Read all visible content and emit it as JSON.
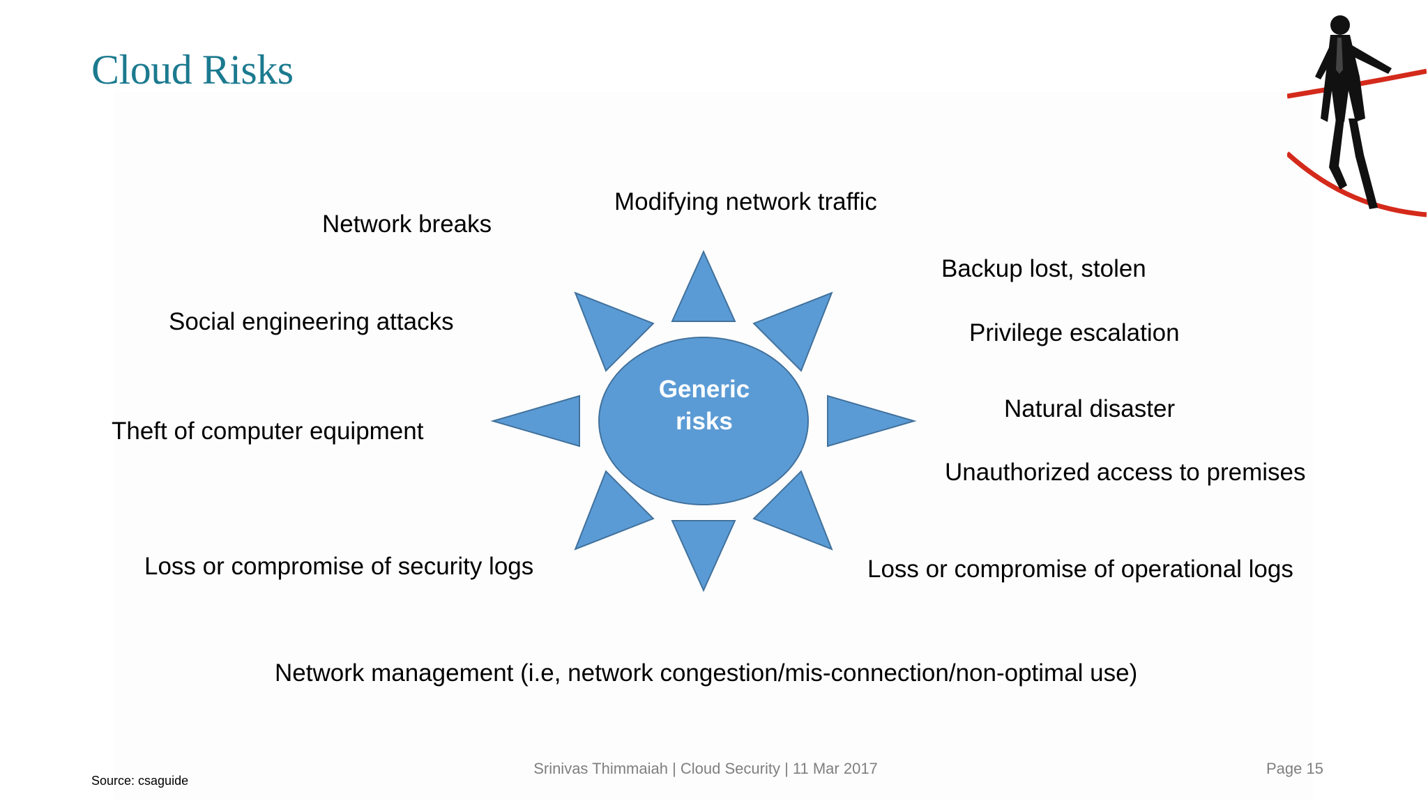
{
  "slide": {
    "title": "Cloud Risks",
    "center_label": "Generic\nrisks",
    "risks": {
      "modifying_network_traffic": "Modifying network traffic",
      "network_breaks": "Network breaks",
      "backup_lost": "Backup lost, stolen",
      "social_engineering": "Social engineering attacks",
      "privilege_escalation": "Privilege escalation",
      "natural_disaster": "Natural disaster",
      "theft_of_equipment": "Theft of computer equipment",
      "unauthorized_access": "Unauthorized access to premises",
      "loss_security_logs": "Loss or compromise of security logs",
      "loss_operational_logs": "Loss or compromise of operational logs",
      "network_management": "Network management (i.e, network congestion/mis-connection/non-optimal use)"
    },
    "footer": "Srinivas Thimmaiah | Cloud Security | 11 Mar 2017",
    "page": "Page 15",
    "source": "Source: csaguide"
  },
  "colors": {
    "title": "#1b7a8f",
    "shape_fill": "#5b9bd5",
    "shape_stroke": "#41719c",
    "footer_text": "#7f7f7f",
    "rope": "#d42a1b"
  },
  "icons": {
    "tightrope_walker": "businessman-on-tightrope-silhouette"
  }
}
